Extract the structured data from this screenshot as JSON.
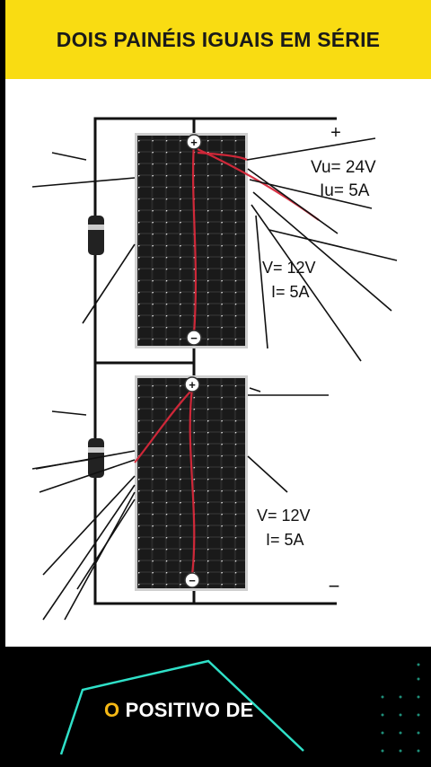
{
  "title": "DOIS PAINÉIS IGUAIS EM SÉRIE",
  "labels": {
    "total_voltage": "Vu= 24V",
    "total_current": "Iu= 5A",
    "panel1_voltage": "V= 12V",
    "panel1_current": "I= 5A",
    "panel2_voltage": "V= 12V",
    "panel2_current": "I= 5A",
    "plus_sign": "+",
    "minus_sign": "−",
    "terminal_plus": "+",
    "terminal_minus": "−"
  },
  "caption": {
    "first_letter": "O",
    "rest": " POSITIVO DE"
  },
  "colors": {
    "title_bg": "#f9dc12",
    "caption_accent": "#f5b815",
    "wire_red": "#d8283a",
    "frame_neon": "#2fe0c8"
  },
  "icons": [
    "diode-icon",
    "solar-panel-icon"
  ]
}
